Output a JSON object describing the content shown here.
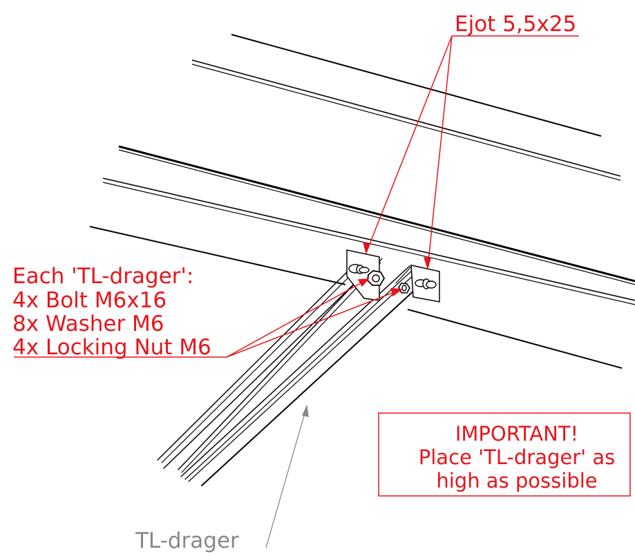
{
  "labels": {
    "ejot": "Ejot 5,5x25",
    "each_title": "Each 'TL-drager':",
    "bolt": "4x Bolt M6x16",
    "washer": "8x Washer M6",
    "nut": "4x Locking Nut M6",
    "important_title": "IMPORTANT!",
    "important_line1": "Place 'TL-drager' as",
    "important_line2": "high as possible",
    "beam": "TL-drager"
  },
  "colors": {
    "annotation": "#e8141b",
    "drawing": "#000000",
    "beam_label": "#888888"
  }
}
